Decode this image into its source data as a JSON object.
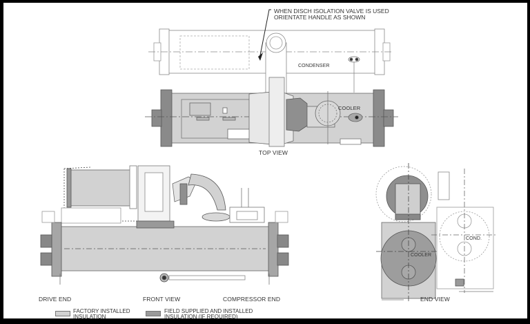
{
  "drawing": {
    "note": {
      "line1": "WHEN DISCH ISOLATION VALVE IS USED",
      "line2": "ORIENTATE HANDLE AS SHOWN"
    },
    "views": {
      "top_view": "TOP VIEW",
      "front_view": "FRONT VIEW",
      "end_view": "END VIEW",
      "drive_end": "DRIVE END",
      "compressor_end": "COMPRESSOR END"
    },
    "callouts": {
      "condenser": "CONDENSER",
      "cooler_top": "COOLER",
      "cooler_end": "COOLER",
      "cond_end": "COND."
    }
  },
  "legend": {
    "items": [
      {
        "line1": "FACTORY INSTALLED",
        "line2": "INSULATION",
        "color": "#d2d2d2"
      },
      {
        "line1": "FIELD SUPPLIED AND INSTALLED",
        "line2": "INSULATION (IF REQUIRED)",
        "color": "#9a9a9a"
      }
    ]
  },
  "colors": {
    "frame": "#000000",
    "background": "#ffffff",
    "factory_insulation": "#d2d2d2",
    "field_insulation": "#9a9a9a",
    "line": "#555555"
  }
}
